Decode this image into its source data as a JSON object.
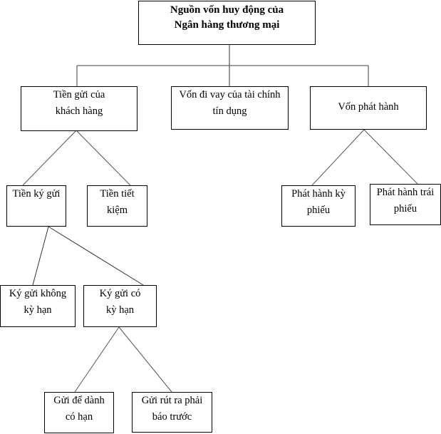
{
  "diagram": {
    "title": "Nguồn vốn huy động của Ngân hàng thương mại",
    "root": {
      "line1": "Nguồn vốn huy động của",
      "line2": "Ngân hàng thương mại"
    },
    "level1": [
      {
        "id": "tien-gui-khach-hang",
        "line1": "Tiền gửi của",
        "line2": "khách hàng"
      },
      {
        "id": "von-di-vay",
        "line1": "Vốn đi vay của tài chính",
        "line2": "tín dụng"
      },
      {
        "id": "von-phat-hanh",
        "line1": "Vốn phát hành",
        "line2": ""
      }
    ],
    "level2": [
      {
        "id": "tien-ky-gui",
        "parent": "tien-gui-khach-hang",
        "line1": "Tiền ký gửi",
        "line2": ""
      },
      {
        "id": "tien-tiet-kiem",
        "parent": "tien-gui-khach-hang",
        "line1": "Tiền tiết",
        "line2": "kiệm"
      },
      {
        "id": "phat-hanh-ky-phieu",
        "parent": "von-phat-hanh",
        "line1": "Phát hành kỳ",
        "line2": "phiếu"
      },
      {
        "id": "phat-hanh-trai-phieu",
        "parent": "von-phat-hanh",
        "line1": "Phát hành trái",
        "line2": "phiếu"
      }
    ],
    "level3": [
      {
        "id": "ky-gui-khong-ky-han",
        "parent": "tien-ky-gui",
        "line1": "Ký gửi không",
        "line2": "kỳ hạn"
      },
      {
        "id": "ky-gui-co-ky-han",
        "parent": "tien-ky-gui",
        "line1": "Ký gửi có",
        "line2": "kỳ hạn"
      }
    ],
    "level4": [
      {
        "id": "gui-de-danh-co-han",
        "parent": "ky-gui-co-ky-han",
        "line1": "Gửi để dành",
        "line2": "có hạn"
      },
      {
        "id": "gui-rut-ra-phai-bao-truoc",
        "parent": "ky-gui-co-ky-han",
        "line1": "Gửi rút ra phải",
        "line2": "báo trước"
      }
    ],
    "colors": {
      "border": "#000000",
      "connector": "#555555",
      "background": "#ffffff"
    }
  }
}
